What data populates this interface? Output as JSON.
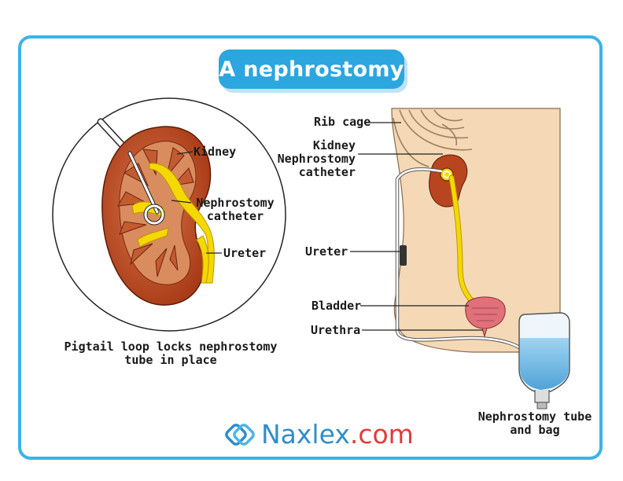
{
  "title": "A nephrostomy",
  "left_panel": {
    "labels": {
      "kidney": "Kidney",
      "catheter_line1": "Nephrostomy",
      "catheter_line2": "catheter",
      "ureter": "Ureter"
    },
    "caption_line1": "Pigtail loop locks nephrostomy",
    "caption_line2": "tube in place"
  },
  "right_panel": {
    "labels": {
      "rib_cage": "Rib cage",
      "kidney": "Kidney",
      "catheter_line1": "Nephrostomy",
      "catheter_line2": "catheter",
      "ureter": "Ureter",
      "bladder": "Bladder",
      "urethra": "Urethra",
      "bag_line1": "Nephrostomy tube",
      "bag_line2": "and bag"
    }
  },
  "logo": {
    "name": "Naxlex",
    "suffix": ".com",
    "icon": "naxlex-logo-icon"
  },
  "colors": {
    "frame": "#3bb3e8",
    "title_bg": "#2ba6df",
    "kidney": "#b8451f",
    "renal_pelvis": "#f5d800",
    "skin": "#f5d9b6",
    "bag_fluid": "#7ec3ea"
  }
}
